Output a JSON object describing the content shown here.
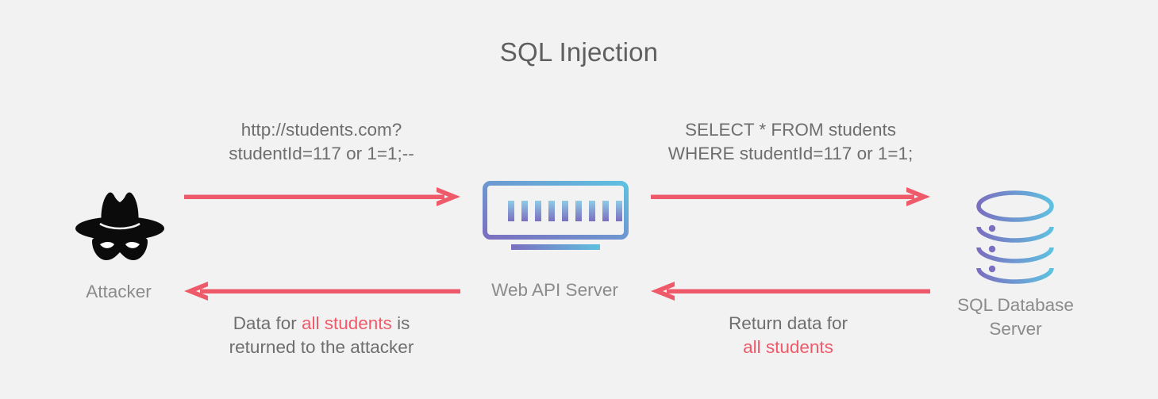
{
  "diagram": {
    "title": "SQL Injection",
    "background_color": "#f2f2f2",
    "arrow_color": "#ef5a6a",
    "text_color": "#6e6e6e",
    "highlight_color": "#ef5a6a",
    "icon_gradient": [
      "#7b6fc0",
      "#5fc0e0"
    ]
  },
  "nodes": {
    "attacker": {
      "label": "Attacker",
      "icon": "spy-hat-mask-icon"
    },
    "server": {
      "label": "Web API Server",
      "icon": "server-rack-icon"
    },
    "database": {
      "label_line1": "SQL Database",
      "label_line2": "Server",
      "icon": "database-cylinder-icon"
    }
  },
  "flows": {
    "request": {
      "direction": "right",
      "from": "attacker",
      "to": "server",
      "caption_line1": "http://students.com?",
      "caption_line2": "studentId=117 or 1=1;--"
    },
    "query": {
      "direction": "right",
      "from": "server",
      "to": "database",
      "caption_line1": "SELECT * FROM students",
      "caption_line2": "WHERE studentId=117 or 1=1;"
    },
    "return": {
      "direction": "left",
      "from": "database",
      "to": "server",
      "caption_line1": "Return data for",
      "caption_highlight": "all students"
    },
    "response": {
      "direction": "left",
      "from": "server",
      "to": "attacker",
      "caption_prefix": "Data for ",
      "caption_highlight": "all students",
      "caption_suffix": " is",
      "caption_line2": "returned to the attacker"
    }
  }
}
